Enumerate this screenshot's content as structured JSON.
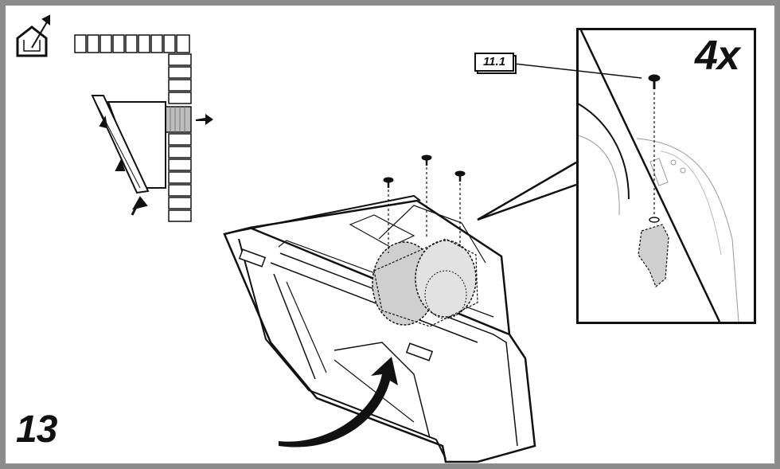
{
  "step": {
    "number": "13"
  },
  "detail": {
    "quantity": "4x",
    "part_label": "11.1"
  },
  "icons": {
    "house_vent": "house-exhaust-icon",
    "wall_outlet": "wall-duct-outlet-icon",
    "rotation_arrow": "rotate-arrow-icon",
    "screw": "screw-icon"
  },
  "colors": {
    "frame": "#8c8c8c",
    "ink": "#111111",
    "fan_shade": "#cfcfcf"
  }
}
